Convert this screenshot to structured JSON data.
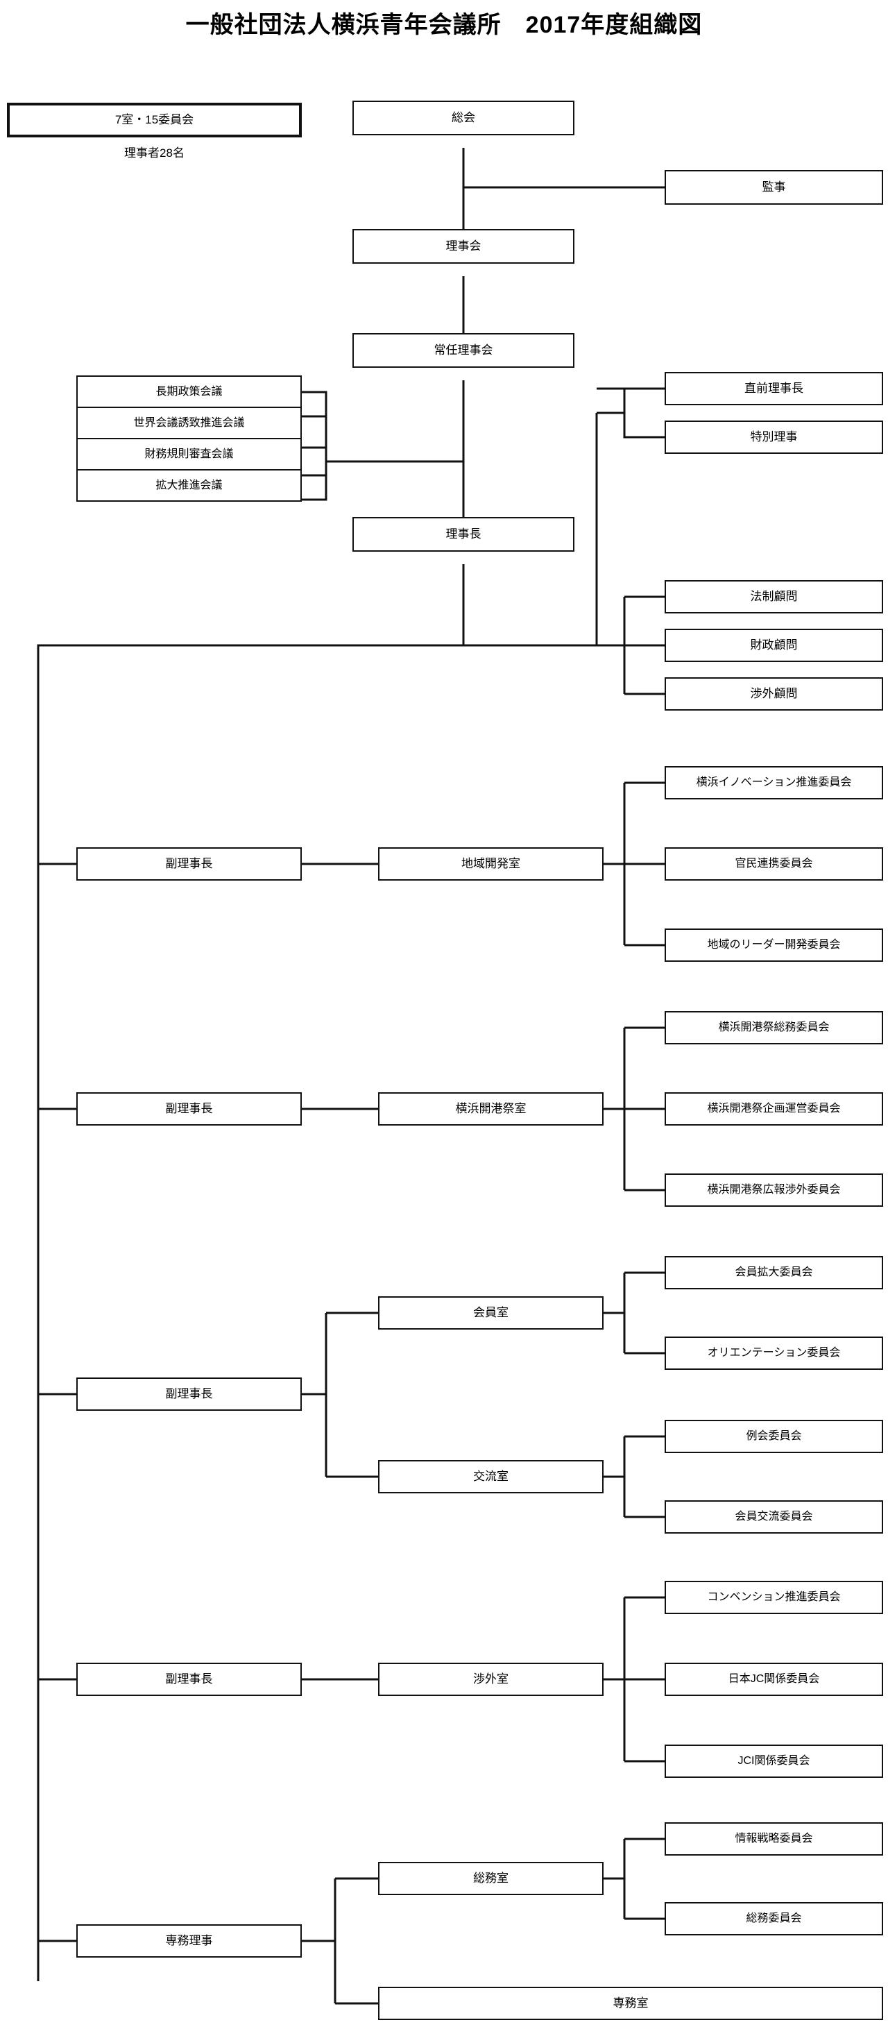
{
  "title": "一般社団法人横浜青年会議所　2017年度組織図",
  "summary": {
    "box_label": "7室・15委員会",
    "caption": "理事者28名"
  },
  "governance": {
    "general_meeting": "総会",
    "auditor": "監事",
    "board_of_directors": "理事会",
    "standing_board": "常任理事会",
    "president": "理事長"
  },
  "councils": [
    {
      "label": "長期政策会議"
    },
    {
      "label": "世界会議誘致推進会議"
    },
    {
      "label": "財務規則審査会議"
    },
    {
      "label": "拡大推進会議"
    }
  ],
  "officers": [
    {
      "label": "直前理事長"
    },
    {
      "label": "特別理事"
    }
  ],
  "advisors": [
    {
      "label": "法制顧問"
    },
    {
      "label": "財政顧問"
    },
    {
      "label": "渉外顧問"
    }
  ],
  "branches": [
    {
      "officer": "副理事長",
      "rooms": [
        {
          "label": "地域開発室",
          "committees": [
            "横浜イノベーション推進委員会",
            "官民連携委員会",
            "地域のリーダー開発委員会"
          ]
        }
      ]
    },
    {
      "officer": "副理事長",
      "rooms": [
        {
          "label": "横浜開港祭室",
          "committees": [
            "横浜開港祭総務委員会",
            "横浜開港祭企画運営委員会",
            "横浜開港祭広報渉外委員会"
          ]
        }
      ]
    },
    {
      "officer": "副理事長",
      "rooms": [
        {
          "label": "会員室",
          "committees": [
            "会員拡大委員会",
            "オリエンテーション委員会"
          ]
        },
        {
          "label": "交流室",
          "committees": [
            "例会委員会",
            "会員交流委員会"
          ]
        }
      ]
    },
    {
      "officer": "副理事長",
      "rooms": [
        {
          "label": "渉外室",
          "committees": [
            "コンベンション推進委員会",
            "日本JC関係委員会",
            "JCI関係委員会"
          ]
        }
      ]
    },
    {
      "officer": "専務理事",
      "rooms": [
        {
          "label": "総務室",
          "committees": [
            "情報戦略委員会",
            "総務委員会"
          ]
        },
        {
          "label": "専務室",
          "committees": []
        }
      ]
    }
  ]
}
